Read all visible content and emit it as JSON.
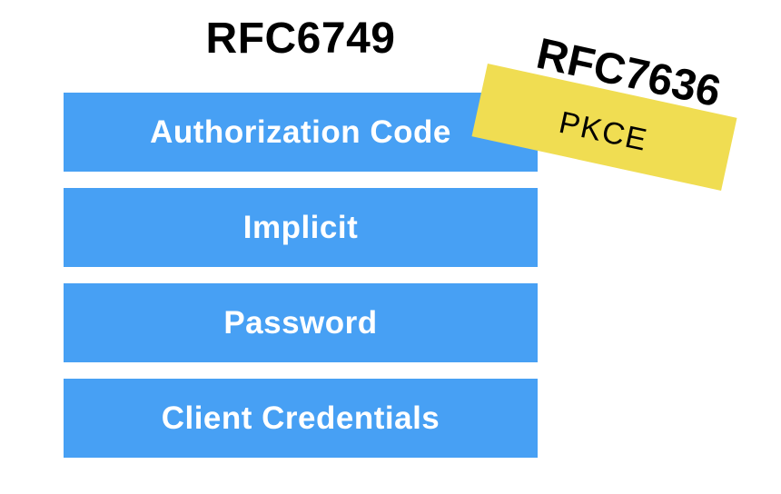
{
  "slide": {
    "rfc6749": {
      "heading": "RFC6749",
      "flows": [
        "Authorization Code",
        "Implicit",
        "Password",
        "Client Credentials"
      ]
    },
    "rfc7636": {
      "heading": "RFC7636",
      "sticker_label": "PKCE"
    },
    "colors": {
      "flow_bar_blue": "#47A0F4",
      "sticker_yellow": "#F0DD52",
      "flow_text": "#FFFFFF",
      "heading_text": "#000000"
    }
  }
}
